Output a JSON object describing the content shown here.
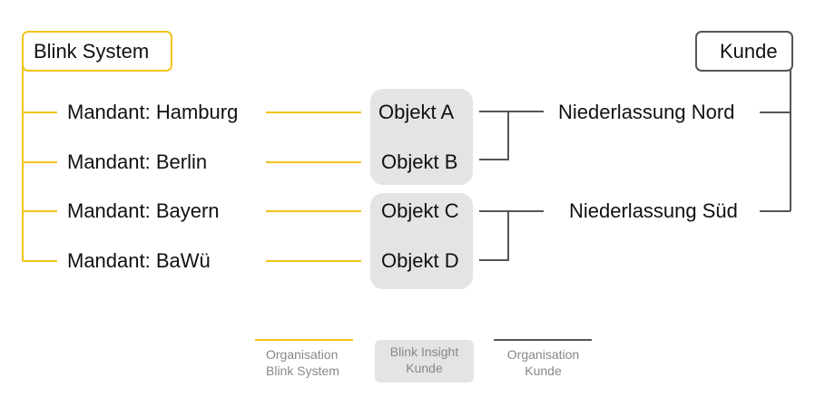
{
  "roots": {
    "left": "Blink System",
    "right": "Kunde"
  },
  "mandants": [
    "Mandant: Hamburg",
    "Mandant: Berlin",
    "Mandant: Bayern",
    "Mandant: BaWü"
  ],
  "objekte": [
    "Objekt A",
    "Objekt B",
    "Objekt C",
    "Objekt D"
  ],
  "niederlassungen": [
    "Niederlassung Nord",
    "Niederlassung Süd"
  ],
  "legend": {
    "org_blink": [
      "Organisation",
      "Blink System"
    ],
    "insight": [
      "Blink Insight",
      "Kunde"
    ],
    "org_kunde": [
      "Organisation",
      "Kunde"
    ]
  },
  "colors": {
    "yellow": "#f0c419",
    "dark": "#555555",
    "group_bg": "#e4e4e4",
    "legend_text": "#888888"
  }
}
